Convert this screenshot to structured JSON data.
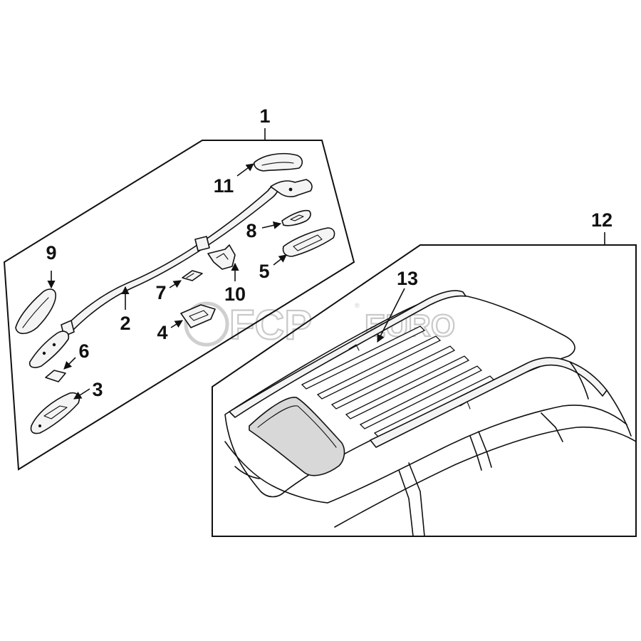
{
  "callouts": {
    "c1": "1",
    "c2": "2",
    "c3": "3",
    "c4": "4",
    "c5": "5",
    "c6": "6",
    "c7": "7",
    "c8": "8",
    "c9": "9",
    "c10": "10",
    "c11": "11",
    "c12": "12",
    "c13": "13"
  },
  "watermark": {
    "brand": "FCP",
    "brand_suffix": "EURO",
    "registered": "®"
  }
}
